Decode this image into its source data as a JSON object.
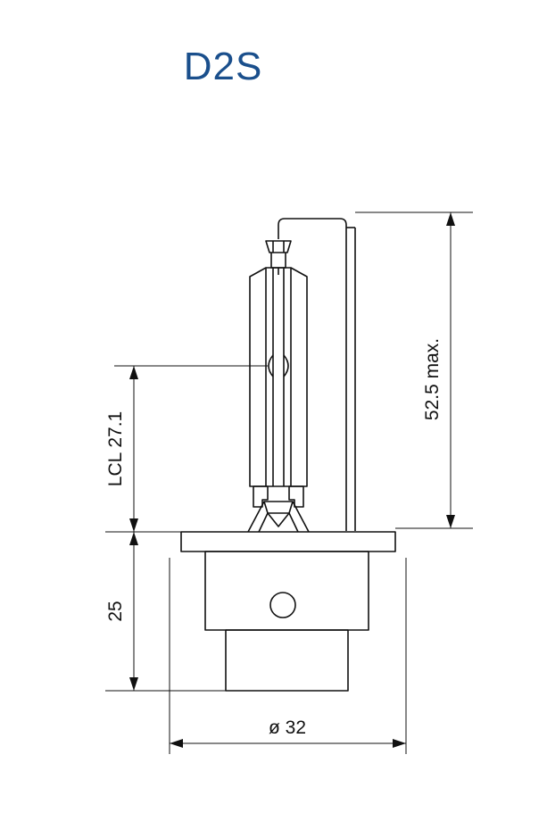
{
  "title": "D2S",
  "colors": {
    "title": "#1a4f8c",
    "line": "#111111"
  },
  "dimensions": {
    "lcl": "LCL 27.1",
    "max_height": "52.5 max.",
    "base_height": "25",
    "diameter": "ø 32"
  }
}
